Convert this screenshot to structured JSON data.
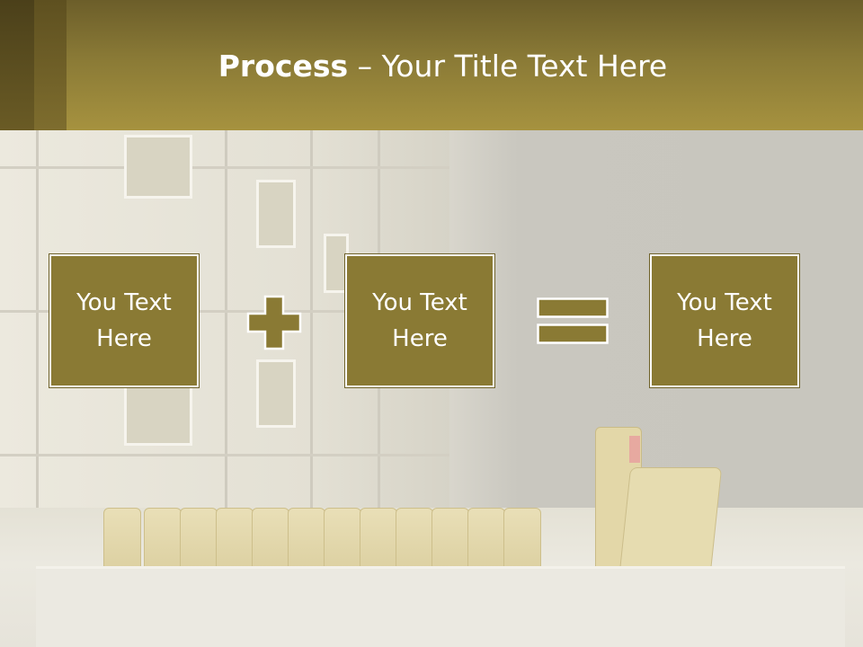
{
  "slide": {
    "title_bold": "Process",
    "title_rest": " – Your Title Text Here",
    "boxes": [
      {
        "label": "You Text Here"
      },
      {
        "label": "You Text Here"
      },
      {
        "label": "You Text Here"
      }
    ],
    "operators": [
      "plus-icon",
      "equals-icon"
    ]
  },
  "colors": {
    "header": "#a6923f",
    "box_fill": "#8a7a34",
    "box_border": "#ffffff",
    "text": "#ffffff"
  }
}
